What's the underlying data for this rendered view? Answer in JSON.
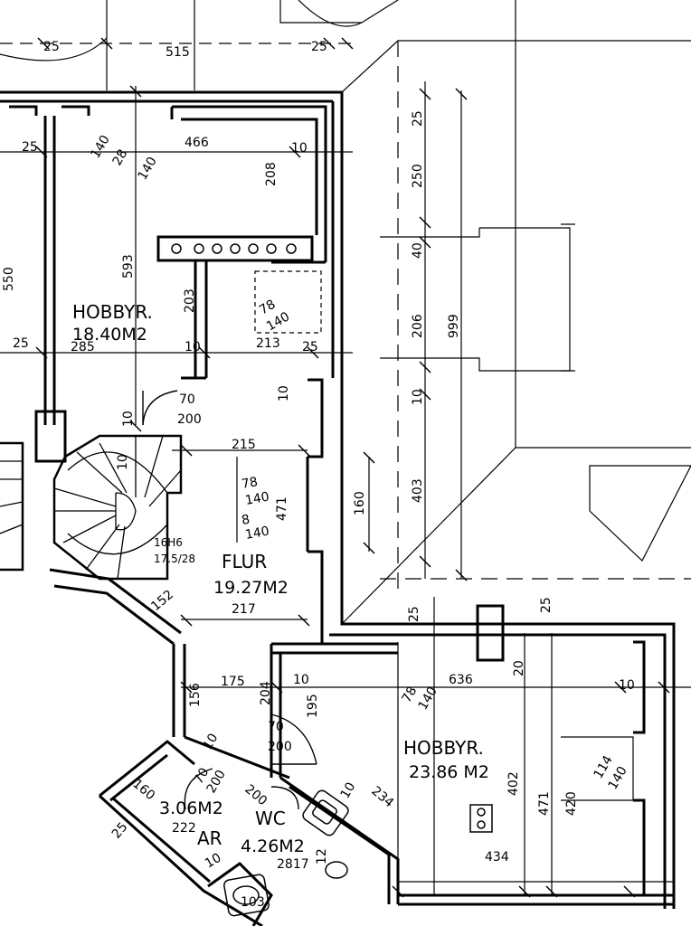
{
  "rooms": {
    "hobby1_name": "HOBBYR.",
    "hobby1_area": "18.40M2",
    "flur_name": "FLUR",
    "flur_area": "19.27M2",
    "hobby2_name": "HOBBYR.",
    "hobby2_area": "23.86 M2",
    "wc_name": "WC",
    "wc_area": "4.26M2",
    "ar_name": "AR",
    "ar_area": "3.06M2"
  },
  "stair_label": "16H6",
  "stair_ratio": "17.5/28",
  "dimensions": {
    "d25a": "25",
    "d515": "515",
    "d25b": "25",
    "d25c": "25",
    "d466": "466",
    "d10a": "10",
    "d208": "208",
    "d250": "250",
    "d40a": "40",
    "d550": "550",
    "d593": "593",
    "d203": "203",
    "d78a": "78",
    "d140a": "140",
    "d1_140": "140",
    "d1_28": "28",
    "d1_140b": "140",
    "d25d": "25",
    "d285": "285",
    "d10b": "10",
    "d213": "213",
    "d25e": "25",
    "d206": "206",
    "d999": "999",
    "d10c": "10",
    "d70a": "70",
    "d200a": "200",
    "d10d": "10",
    "d215": "215",
    "d10e": "10",
    "d10f": "10",
    "d78b": "78",
    "d140b": "140",
    "d8": "8",
    "d140c": "140",
    "d471a": "471",
    "d160": "160",
    "d403": "403",
    "d152": "152",
    "d217": "217",
    "d25f": "25",
    "d25g": "25",
    "d175": "175",
    "d204": "204",
    "d10g": "10",
    "d636": "636",
    "d20": "20",
    "d10h": "10",
    "d195": "195",
    "d78c": "78",
    "d140d": "140",
    "d156": "156",
    "d70b": "70",
    "d200b": "200",
    "d10i": "10",
    "d114": "114",
    "d140e": "140",
    "d402": "402",
    "d471b": "471",
    "d420": "420",
    "d160b": "160",
    "d70c": "70",
    "d200c": "200",
    "d200d": "200",
    "d222": "222",
    "d25h": "25",
    "d10j": "10",
    "d234": "234",
    "d10k": "10",
    "d12": "12",
    "d2817": "2817",
    "d434": "434",
    "d103": "103"
  }
}
